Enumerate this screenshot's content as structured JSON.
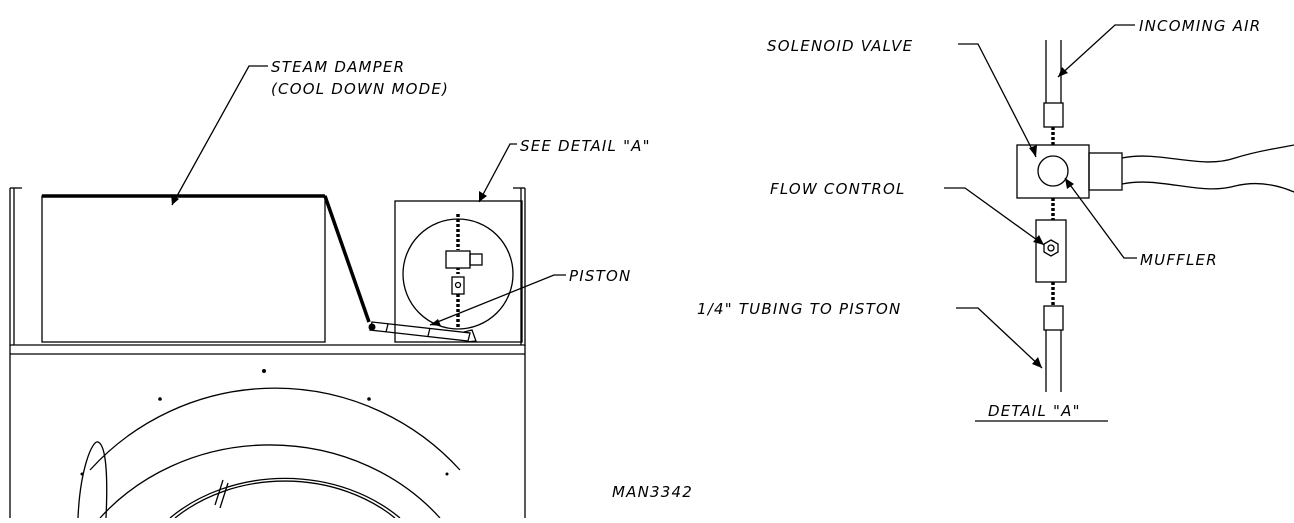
{
  "labels": {
    "steam_damper_1": "STEAM DAMPER",
    "steam_damper_2": "(COOL DOWN MODE)",
    "see_detail": "SEE DETAIL \"A\"",
    "piston": "PISTON",
    "incoming_air": "INCOMING AIR",
    "solenoid_valve": "SOLENOID VALVE",
    "flow_control": "FLOW CONTROL",
    "muffler": "MUFFLER",
    "tubing": "1/4\" TUBING TO PISTON",
    "detail_a": "DETAIL \"A\"",
    "drawing_number": "MAN3342"
  }
}
